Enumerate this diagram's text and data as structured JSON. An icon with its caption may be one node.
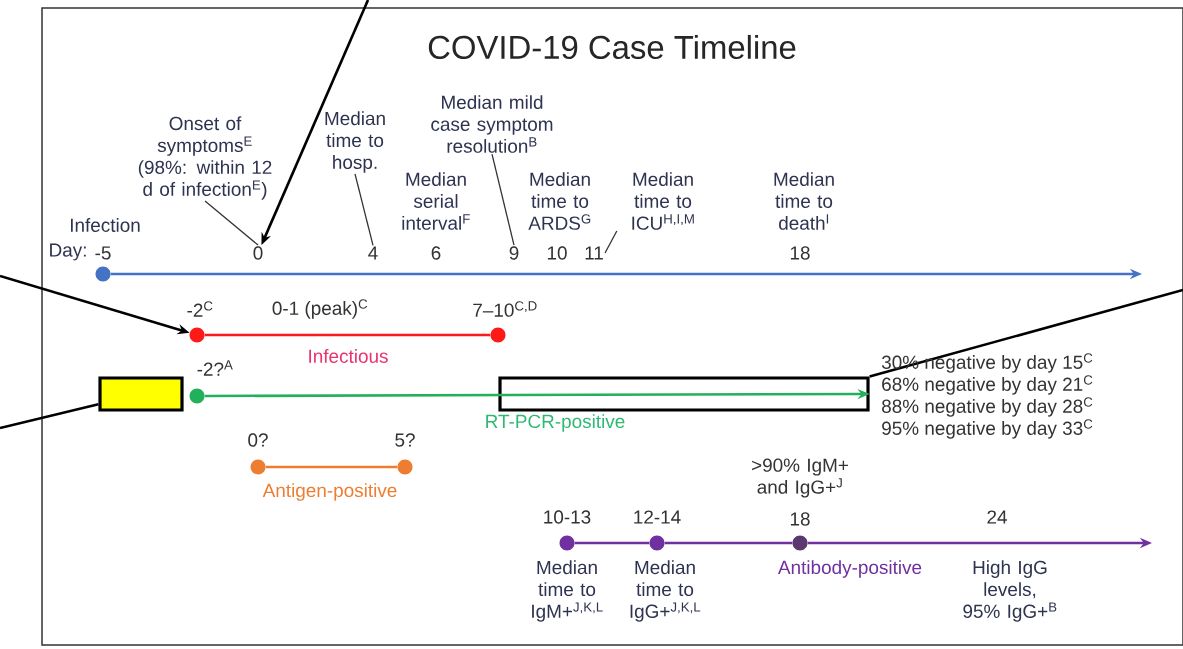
{
  "diagram": {
    "title": "COVID-19 Case Timeline",
    "nodes": [
      {
        "text": [
          "Onset of symptoms$^{E}$ (98%: within 12 d of infection$^{E}$)"
        ]
      },
      {
        "text": [
          "Median time to hosp."
        ]
      },
      {
        "text": [
          "Median mild case symptom resolution$^{B}$"
        ]
      },
      {
        "text": [
          "Median time to ICU$^{H,I,M}$"
        ]
      },
      {
        "text": [
          "0"
        ]
      },
      {
        "text": [
          "4"
        ]
      },
      {
        "text": [
          "9"
        ]
      },
      {
        "text": [
          "11"
        ]
      },
      {
        "text": [],
        "shape": "circle",
        "beside": [
          "Infection",
          "-5"
        ]
      },
      {
        "text": [],
        "shape": "circle",
        "beside": [
          "-2$^{C}$"
        ]
      },
      {
        "text": [],
        "shape": "circle",
        "beside": [
          "7–10$^{C,D}$"
        ]
      },
      {
        "text": [],
        "shape": "box"
      },
      {
        "text": [],
        "shape": "circle",
        "beside": [
          "-2?$^{A}$"
        ]
      },
      {
        "text": [],
        "shape": "box"
      },
      {
        "text": [],
        "shape": "circle",
        "beside": [
          "0?"
        ]
      },
      {
        "text": [],
        "shape": "circle",
        "beside": [
          "5?"
        ]
      },
      {
        "text": [],
        "shape": "circle",
        "beside": [
          "10-13",
          "Median time to IgM+$^{J,K,L}$"
        ]
      },
      {
        "text": [],
        "shape": "circle",
        "beside": [
          "12-14",
          "Median time to IgG+$^{J,K,L}$"
        ]
      },
      {
        "text": [],
        "shape": "circle",
        "beside": [
          ">90% IgM+ and IgG+$^{J}$",
          "18"
        ]
      }
    ],
    "edges": [
      {
        "from": 8,
        "to": null,
        "arrow": "to",
        "color": "#4472c4"
      },
      {
        "from": 9,
        "to": 10,
        "arrow": "none",
        "color": "#ff1a1a"
      },
      {
        "from": 12,
        "to": 13,
        "arrow": "to",
        "color": "#22b05a"
      },
      {
        "from": 14,
        "to": 15,
        "arrow": "none",
        "color": "#ed7d31"
      },
      {
        "from": 16,
        "to": 17,
        "arrow": "none",
        "color": "#7030a0"
      },
      {
        "from": 17,
        "to": 18,
        "arrow": "none",
        "color": "#7030a0"
      },
      {
        "from": 18,
        "to": null,
        "arrow": "to",
        "color": "#7030a0"
      },
      {
        "from": 0,
        "to": 4,
        "arrow": "none",
        "color": "#333333"
      },
      {
        "from": 1,
        "to": 5,
        "arrow": "none",
        "color": "#333333"
      },
      {
        "from": 2,
        "to": 6,
        "arrow": "none",
        "color": "#333333"
      },
      {
        "from": 3,
        "to": 7,
        "arrow": "none",
        "color": "#333333"
      },
      {
        "from": null,
        "to": 4,
        "arrow": "to",
        "color": "#000000"
      },
      {
        "from": null,
        "to": 9,
        "arrow": "to",
        "color": "#000000"
      },
      {
        "from": null,
        "to": 11,
        "arrow": "none",
        "color": "#000000"
      },
      {
        "from": null,
        "to": 13,
        "arrow": "none",
        "color": "#000000"
      }
    ],
    "labels": [
      "Median serial interval$^{F}$",
      "Median time to ARDS$^{G}$",
      "Median time to death$^{I}$",
      "Day:",
      "6",
      "10",
      "18",
      "0-1 (peak)$^{C}$",
      "Infectious",
      "30% negative by day 15$^{C}$",
      "68% negative by day 21$^{C}$",
      "88% negative by day 28$^{C}$",
      "RT-PCR-positive",
      "95% negative by day 33$^{C}$",
      "Antigen-positive",
      "24",
      "Antibody-positive",
      "High IgG levels, 95% IgG+$^{B}$"
    ]
  }
}
